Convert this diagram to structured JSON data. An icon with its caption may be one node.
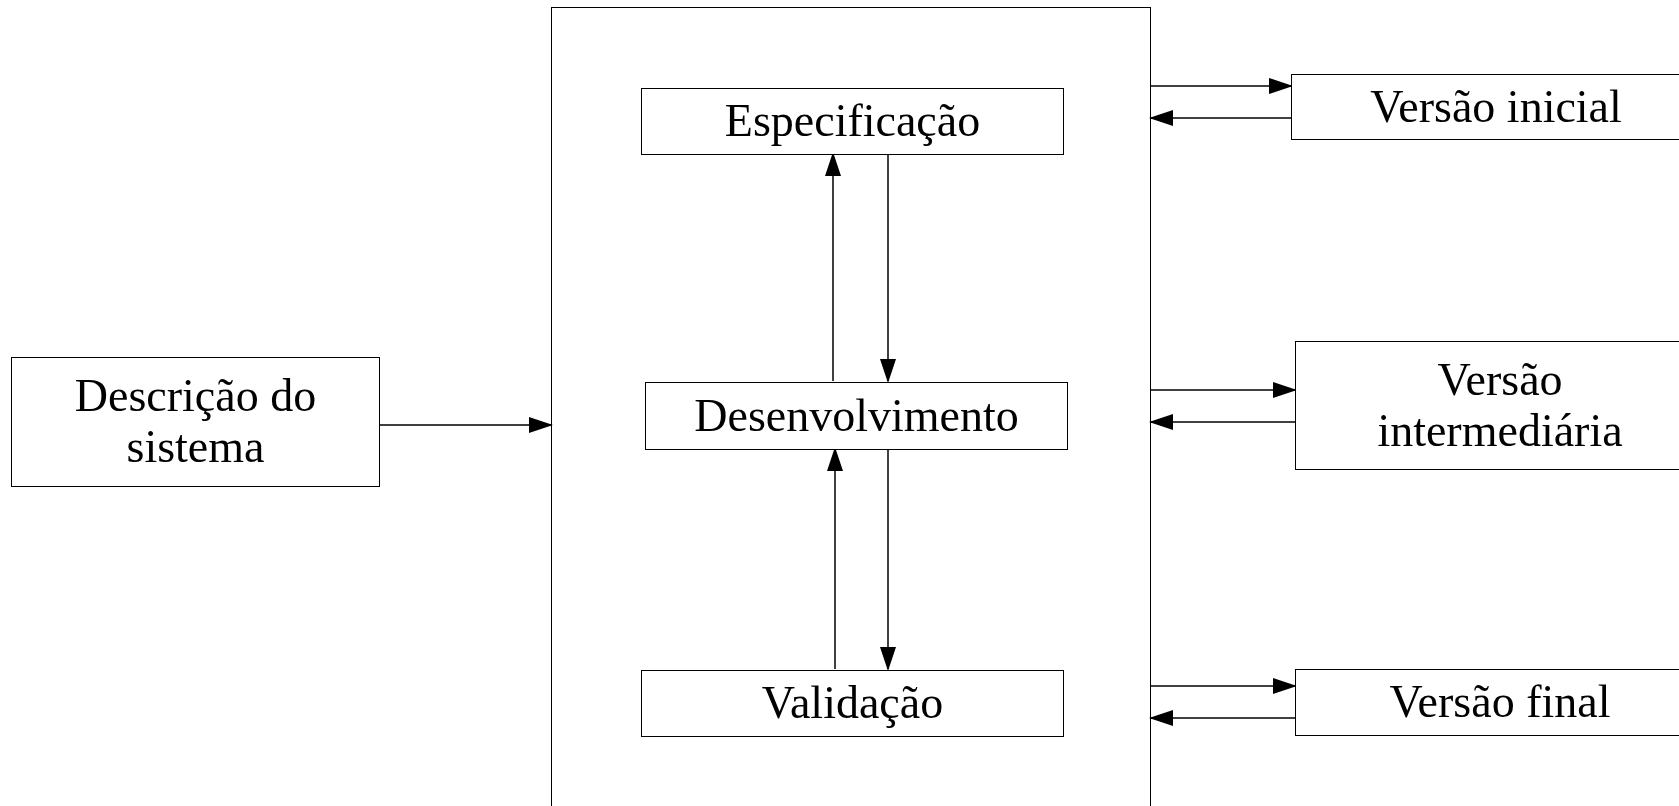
{
  "diagram": {
    "nodes": [
      {
        "text": [
          "Descrição do sistema"
        ]
      },
      {
        "text": [],
        "shape": "box"
      },
      {
        "text": [
          "Especificação"
        ],
        "in": 1
      },
      {
        "text": [
          "Desenvolvimento"
        ],
        "in": 1
      },
      {
        "text": [
          "Validação"
        ],
        "in": 1
      },
      {
        "text": [
          "Versão inicial"
        ]
      },
      {
        "text": [
          "Versão intermediária"
        ]
      },
      {
        "text": [
          "Versão final"
        ]
      }
    ],
    "edges": [
      {
        "from": 0,
        "to": 1,
        "arrow": "to"
      },
      {
        "from": 3,
        "to": 2,
        "arrow": "to"
      },
      {
        "from": 2,
        "to": 3,
        "arrow": "to"
      },
      {
        "from": 4,
        "to": 3,
        "arrow": "to"
      },
      {
        "from": 3,
        "to": 4,
        "arrow": "to"
      },
      {
        "from": 1,
        "to": 5,
        "arrow": "to"
      },
      {
        "from": 5,
        "to": 1,
        "arrow": "to"
      },
      {
        "from": 1,
        "to": 6,
        "arrow": "to"
      },
      {
        "from": 6,
        "to": 1,
        "arrow": "to"
      },
      {
        "from": 1,
        "to": 7,
        "arrow": "to"
      },
      {
        "from": 7,
        "to": 1,
        "arrow": "to"
      }
    ]
  }
}
